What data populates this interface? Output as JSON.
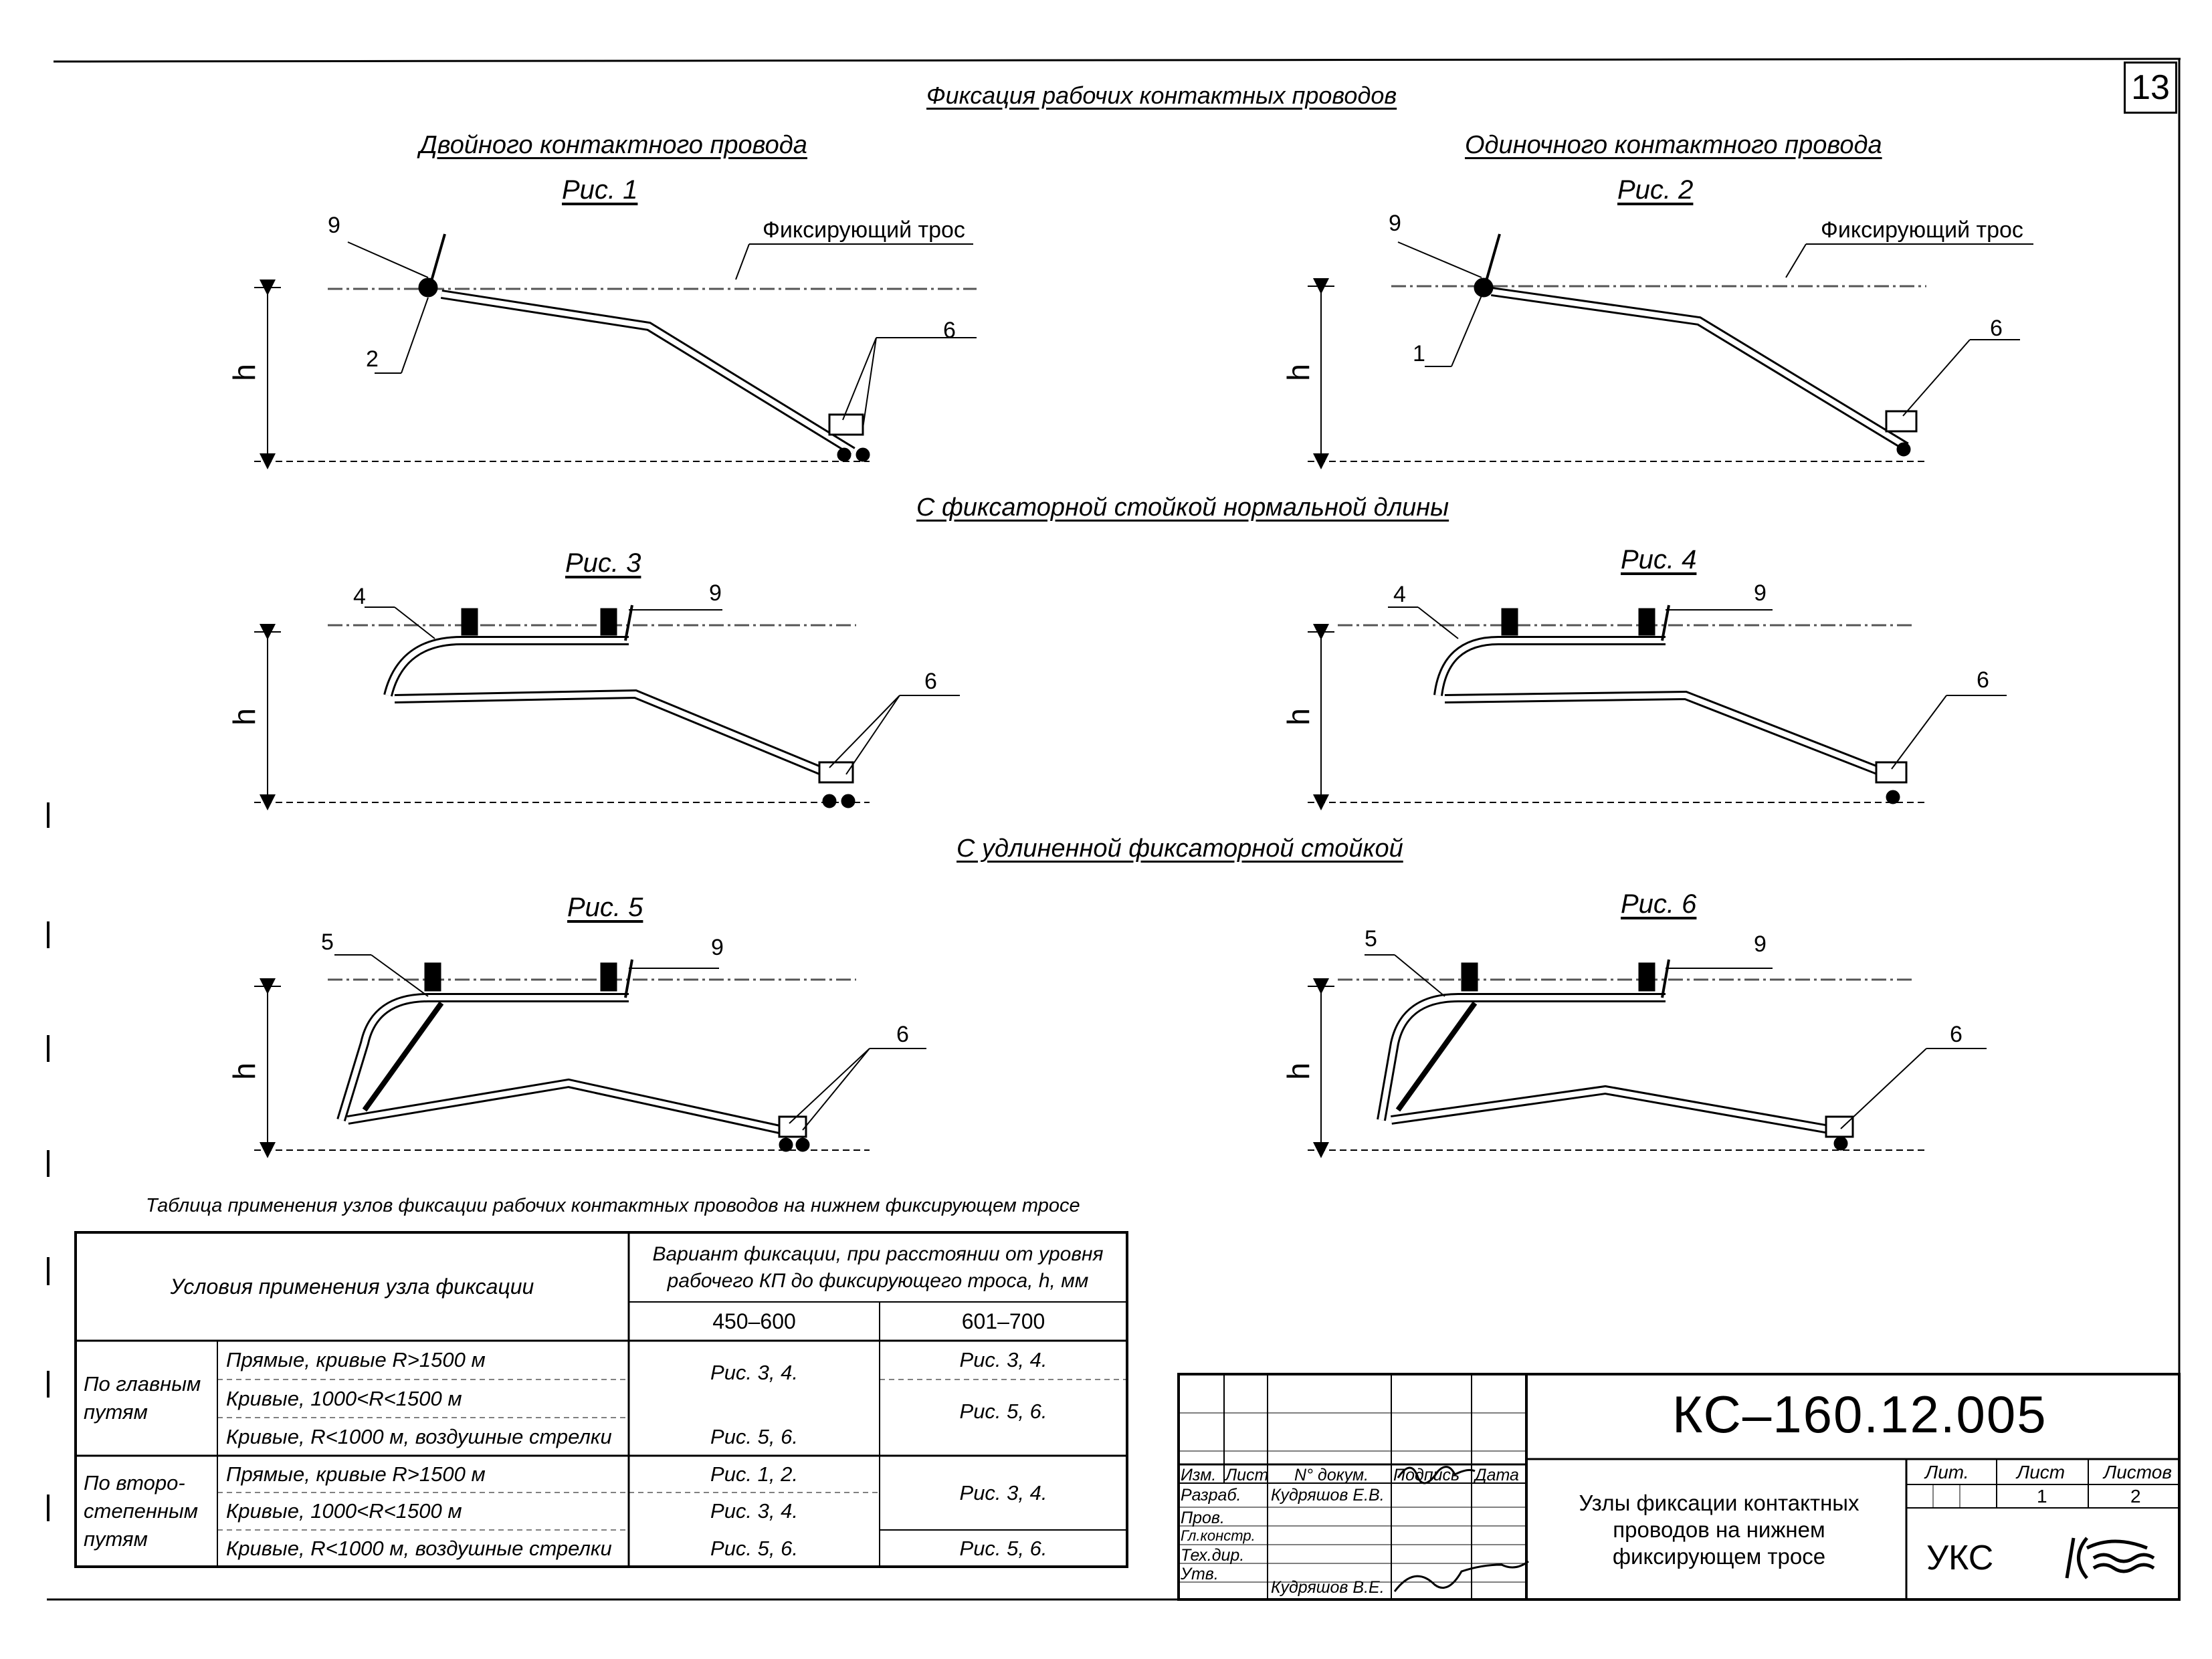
{
  "sheet_number": "13",
  "headings": {
    "main": "Фиксация рабочих контактных проводов",
    "double_wire": "Двойного контактного провода",
    "single_wire": "Одиночного контактного провода",
    "normal_strut": "С фиксаторной стойкой нормальной длины",
    "extended_strut": "С удлиненной фиксаторной стойкой"
  },
  "figures": {
    "fig1": "Рис. 1",
    "fig2": "Рис. 2",
    "fig3": "Рис. 3",
    "fig4": "Рис. 4",
    "fig5": "Рис. 5",
    "fig6": "Рис. 6"
  },
  "callouts": {
    "fixing_cable": "Фиксирующий трос",
    "h": "h",
    "n1": "1",
    "n2": "2",
    "n4": "4",
    "n5": "5",
    "n6": "6",
    "n9": "9"
  },
  "table": {
    "caption": "Таблица применения узлов фиксации рабочих контактных проводов на нижнем фиксирующем тросе",
    "col_conditions": "Условия применения узла фиксации",
    "col_variant": "Вариант фиксации, при расстоянии от уровня рабочего КП до фиксирующего троса, h, мм",
    "col_450": "450–600",
    "col_601": "601–700",
    "group_main": "По главным путям",
    "group_secondary": "По второ- степенным путям",
    "rows": [
      {
        "condition": "Прямые, кривые R>1500 м"
      },
      {
        "condition": "Кривые, 1000<R<1500 м"
      },
      {
        "condition": "Кривые, R<1000 м, воздушные стрелки"
      },
      {
        "condition": "Прямые, кривые R>1500 м"
      },
      {
        "condition": "Кривые, 1000<R<1500 м"
      },
      {
        "condition": "Кривые, R<1000 м, воздушные стрелки"
      }
    ],
    "main_450_a": "Рис. 3, 4.",
    "main_450_b": "Рис. 5, 6.",
    "main_601_a": "Рис. 3, 4.",
    "main_601_b": "Рис. 5, 6.",
    "sec_450_a": "Рис. 1, 2.",
    "sec_450_b": "Рис. 3, 4.",
    "sec_450_c": "Рис. 5, 6.",
    "sec_601_a": "Рис. 3, 4.",
    "sec_601_b": "Рис. 5, 6."
  },
  "title_block": {
    "doc_code": "КС–160.12.005",
    "title": "Узлы фиксации контактных проводов на нижнем фиксирующем тросе",
    "org": "УКС",
    "h_izm": "Изм.",
    "h_list": "Лист",
    "h_doc": "N° докум.",
    "h_sign": "Подпись",
    "h_date": "Дата",
    "role_dev": "Разраб.",
    "role_check": "Пров.",
    "role_chief": "Гл.констр.",
    "role_tech": "Тех.дир.",
    "role_appr": "Утв.",
    "name_dev": "Кудряшов Е.В.",
    "name_appr": "Кудряшов В.Е.",
    "lit_label": "Лит.",
    "sheet_label": "Лист",
    "sheets_label": "Листов",
    "sheet_value": "1",
    "sheets_value": "2"
  },
  "colors": {
    "ink": "#000000",
    "paper": "#ffffff"
  }
}
